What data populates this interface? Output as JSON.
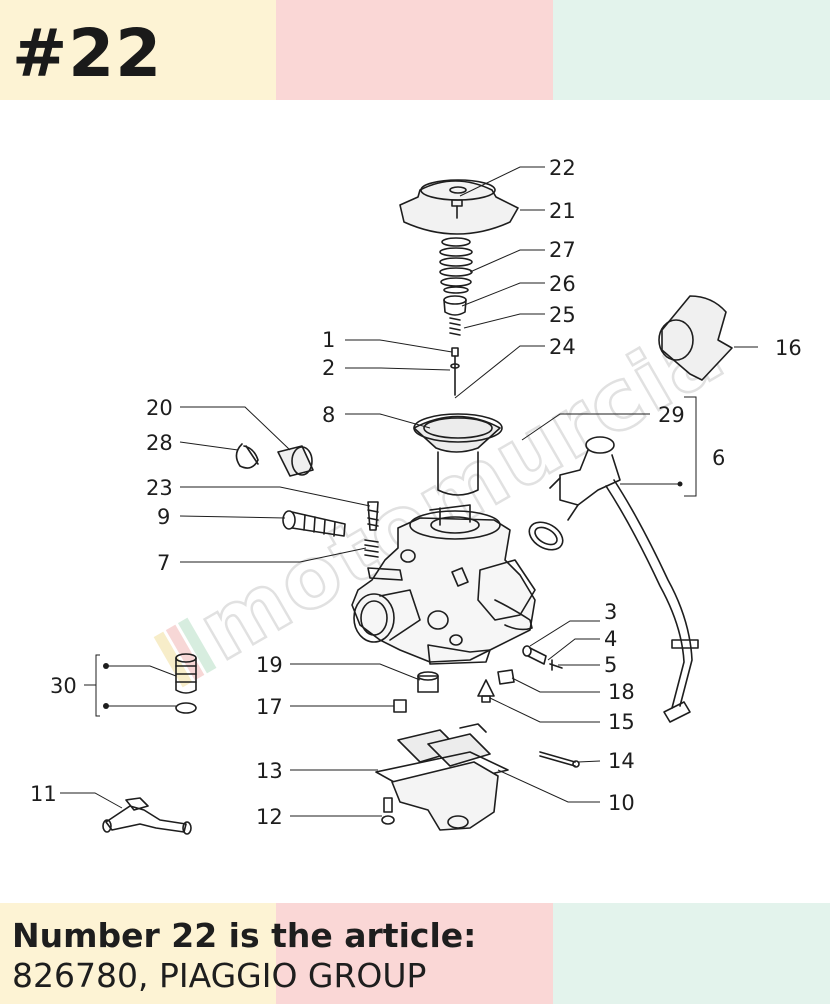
{
  "header": {
    "page_number": "#22",
    "colors": [
      "#fdf3d4",
      "#fad7d6",
      "#e3f3ec"
    ]
  },
  "diagram": {
    "watermark": "motomurcia",
    "callouts": [
      "1",
      "2",
      "3",
      "4",
      "5",
      "6",
      "7",
      "8",
      "9",
      "10",
      "11",
      "12",
      "13",
      "14",
      "15",
      "16",
      "17",
      "18",
      "19",
      "20",
      "21",
      "22",
      "23",
      "24",
      "25",
      "26",
      "27",
      "28",
      "29",
      "30"
    ]
  },
  "footer": {
    "article_heading": "Number 22 is the article:",
    "article_value": "826780, PIAGGIO GROUP"
  }
}
